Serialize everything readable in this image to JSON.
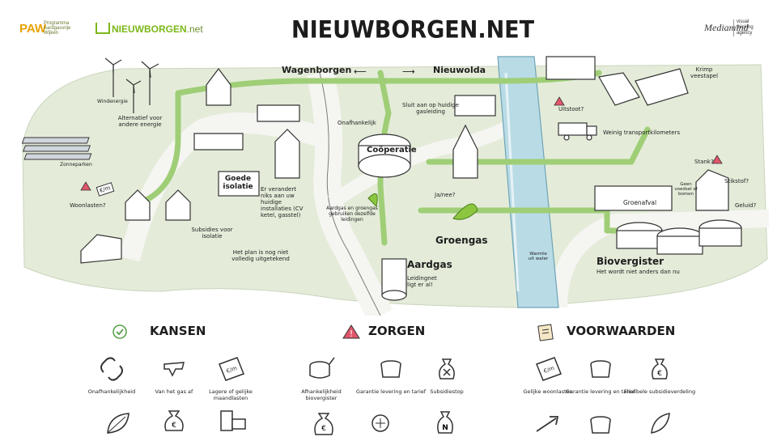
{
  "header": {
    "paw_logo": "PAW",
    "paw_sub": "Programma Aardgasvrije Wijken",
    "nb_logo_main": "NIEUWBORGEN",
    "nb_logo_suffix": ".net",
    "title": "NIEUWBORGEN.NET",
    "agency_logo": "Mediamind",
    "agency_sub": "visual thinking agency"
  },
  "colors": {
    "land": "#e4ecd9",
    "road": "#f3f3f0",
    "pipe": "#9fce77",
    "accent": "#7ac143",
    "water": "#b9dbe6",
    "warning": "#e0566b",
    "check": "#5aa14a"
  },
  "map_labels": {
    "wagenborgen": "Wagenborgen",
    "nieuwolda": "Nieuwolda",
    "windenergie": "Windenergie",
    "alternatief": "Alternatief voor andere energie",
    "zonneparken": "Zonneparken",
    "woonlasten": "Woonlasten?",
    "onafhankelijk": "Onafhankelijk",
    "cooperatie": "Coöperatie",
    "goede_isolatie": "Goede isolatie",
    "er_verandert": "Er verandert niks aan uw huidige installaties (CV ketel, gasstel)",
    "subsidies_isolatie": "Subsidies voor isolatie",
    "plan": "Het plan is nog niet volledig uitgetekend",
    "aardgas_groengas": "Aardgas en groengas gebruiken dezelfde leidingen",
    "sluit_aan": "Sluit aan op huidige gasleiding",
    "ja_nee": "Ja/nee?",
    "groengas": "Groengas",
    "aardgas": "Aardgas",
    "leidingnet": "Leidingnet ligt er al!",
    "uitstoot": "Uitstoot?",
    "weinig_transport": "Weinig transportkilometers",
    "krimp": "Krimp veestapel",
    "warmte": "Warmte uit water",
    "stank": "Stank?",
    "stikstof": "Stikstof?",
    "geluid": "Geluid?",
    "groenafval": "Groenafval",
    "geen_voedsel": "Geen voedsel of bomen",
    "biovergister": "Biovergister",
    "het_wordt": "Het wordt niet anders dan nu",
    "price_tag": "€/m"
  },
  "sections": {
    "kansen": {
      "title": "KANSEN",
      "items": [
        {
          "label": "Onafhankelijkheid",
          "icon": "chain-link-icon"
        },
        {
          "label": "Van het gas af",
          "icon": "gas-valve-icon"
        },
        {
          "label": "Lagere of gelijke maandlasten",
          "icon": "price-tag-icon"
        },
        {
          "label": "",
          "icon": "leaf-icon"
        },
        {
          "label": "",
          "icon": "money-bag-icon"
        },
        {
          "label": "",
          "icon": "meter-icon"
        }
      ]
    },
    "zorgen": {
      "title": "ZORGEN",
      "items": [
        {
          "label": "Afhankelijkheid biovergister",
          "icon": "tank-icon"
        },
        {
          "label": "Garantie levering en tarief",
          "icon": "pot-icon"
        },
        {
          "label": "Subsidiestop",
          "icon": "crossed-bag-icon"
        },
        {
          "label": "",
          "icon": "money-bag-icon"
        },
        {
          "label": "",
          "icon": "megaphone-icon"
        },
        {
          "label": "",
          "icon": "nitrogen-bag-icon"
        }
      ]
    },
    "voorwaarden": {
      "title": "VOORWAARDEN",
      "items": [
        {
          "label": "Gelijke woonlasten",
          "icon": "price-tag-icon"
        },
        {
          "label": "Garantie levering en tarief",
          "icon": "pot-icon"
        },
        {
          "label": "Flexibele subsidieverdeling",
          "icon": "euro-bag-icon"
        },
        {
          "label": "",
          "icon": "arrow-icon"
        },
        {
          "label": "",
          "icon": "pot-icon"
        },
        {
          "label": "",
          "icon": "leaf-icon"
        }
      ]
    }
  }
}
